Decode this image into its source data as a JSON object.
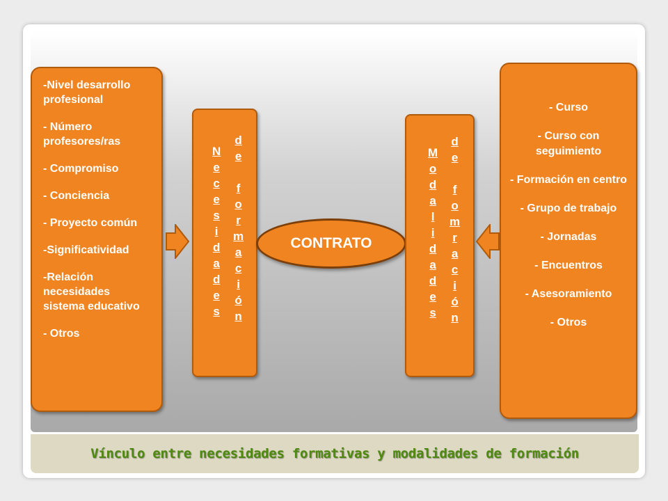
{
  "left_list": [
    "-Nivel desarrollo profesional",
    "- Número profesores/ras",
    "- Compromiso",
    "- Conciencia",
    "- Proyecto común",
    "-Significatividad",
    "-Relación necesidades sistema educativo",
    "- Otros"
  ],
  "needs_column_1": [
    "N",
    "e",
    "c",
    "e",
    "s",
    "i",
    "d",
    "a",
    "d",
    "e",
    "s"
  ],
  "needs_column_2": [
    "d",
    "e",
    "",
    "f",
    "o",
    "r",
    "m",
    "a",
    "c",
    "i",
    "ó",
    "n"
  ],
  "center_label": "CONTRATO",
  "modes_column_1": [
    "M",
    "o",
    "d",
    "a",
    "l",
    "i",
    "d",
    "a",
    "d",
    "e",
    "s"
  ],
  "modes_column_2": [
    "d",
    "e",
    "",
    "f",
    "o",
    "m",
    "r",
    "a",
    "c",
    "i",
    "ó",
    "n"
  ],
  "right_list": [
    "- Curso",
    "- Curso con seguimiento",
    "- Formación en centro",
    "- Grupo de trabajo",
    "-  Jornadas",
    "-  Encuentros",
    "- Asesoramiento",
    "- Otros"
  ],
  "footer_title": "Vínculo entre necesidades formativas y modalidades de formación",
  "colors": {
    "box_fill": "#ef8420",
    "box_border": "#b05a0c",
    "title_green": "#4f8a10"
  }
}
